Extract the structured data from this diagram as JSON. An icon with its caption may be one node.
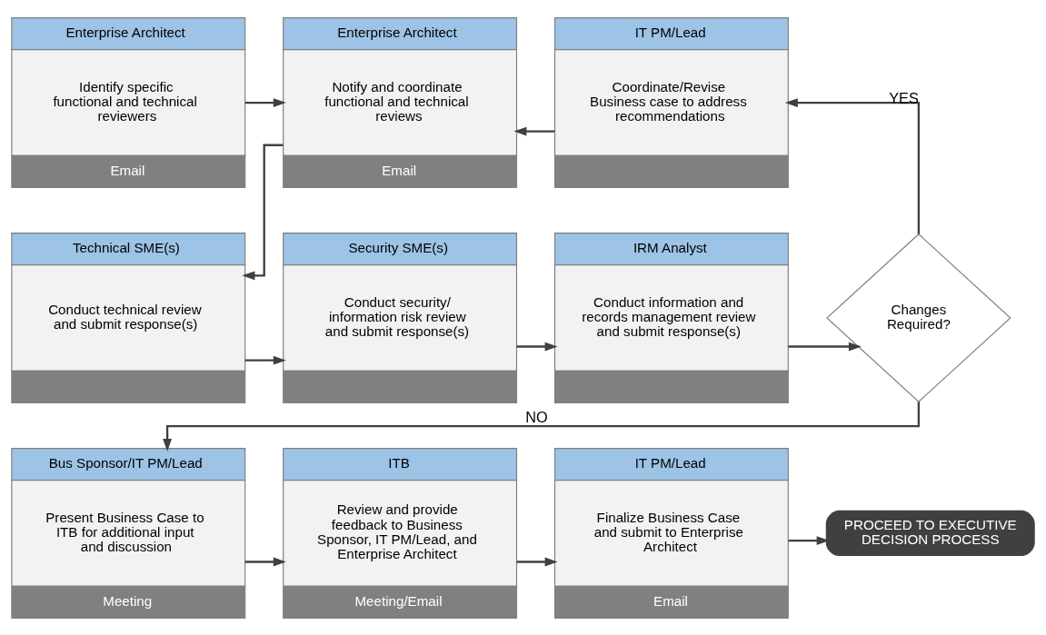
{
  "diagram": {
    "nodes": [
      {
        "text": [
          "Enterprise Architect",
          "Identify specific functional and technical reviewers",
          "Email"
        ]
      },
      {
        "text": [
          "Enterprise Architect",
          "Notify and coordinate functional and technical reviews",
          "Email"
        ]
      },
      {
        "text": [
          "IT PM/Lead",
          "Coordinate/Revise Business case to address recommendations"
        ]
      },
      {
        "text": [
          "Technical SME(s)",
          "Conduct technical review and submit response(s)"
        ]
      },
      {
        "text": [
          "Security SME(s)",
          "Conduct security/ information risk review and submit response(s)"
        ]
      },
      {
        "text": [
          "IRM Analyst",
          "Conduct information and records management review and submit response(s)"
        ]
      },
      {
        "text": [
          "Changes Required?"
        ]
      },
      {
        "text": [
          "Bus Sponsor/IT PM/Lead",
          "Present Business Case to ITB for additional input and discussion",
          "Meeting"
        ]
      },
      {
        "text": [
          "ITB",
          "Review and provide feedback to Business Sponsor, IT PM/Lead, and Enterprise Architect",
          "Meeting/Email"
        ]
      },
      {
        "text": [
          "IT PM/Lead",
          "Finalize Business Case and submit to Enterprise Architect",
          "Email"
        ]
      },
      {
        "text": [
          "PROCEED TO EXECUTIVE DECISION PROCESS"
        ]
      }
    ],
    "edges": [
      {
        "from": 0,
        "to": 1,
        "arrow": "to"
      },
      {
        "from": 2,
        "to": 1,
        "arrow": "to"
      },
      {
        "from": 1,
        "to": 3,
        "arrow": "to"
      },
      {
        "from": 3,
        "to": 4,
        "arrow": "to"
      },
      {
        "from": 4,
        "to": 5,
        "arrow": "to"
      },
      {
        "from": 5,
        "to": 6,
        "arrow": "to"
      },
      {
        "from": 6,
        "to": 2,
        "arrow": "to",
        "label": "YES"
      },
      {
        "from": 6,
        "to": 7,
        "arrow": "to",
        "label": "NO"
      },
      {
        "from": 7,
        "to": 8,
        "arrow": "to"
      },
      {
        "from": 8,
        "to": 9,
        "arrow": "to"
      },
      {
        "from": 9,
        "to": 10,
        "arrow": "to"
      }
    ]
  }
}
